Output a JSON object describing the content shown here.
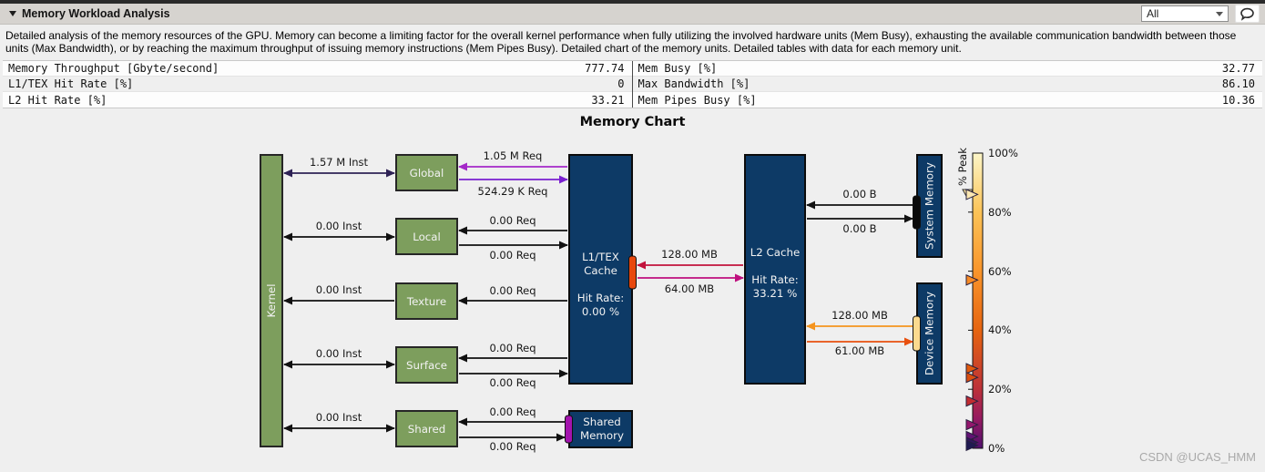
{
  "header": {
    "title": "Memory Workload Analysis",
    "filter_dropdown": {
      "value": "All"
    },
    "comment_icon": "speech-bubble"
  },
  "description": "Detailed analysis of the memory resources of the GPU. Memory can become a limiting factor for the overall kernel performance when fully utilizing the involved hardware units (Mem Busy), exhausting the available communication bandwidth between those units (Max Bandwidth), or by reaching the maximum throughput of issuing memory instructions (Mem Pipes Busy). Detailed chart of the memory units. Detailed tables with data for each memory unit.",
  "metrics_left": [
    {
      "label": "Memory Throughput [Gbyte/second]",
      "value": "777.74"
    },
    {
      "label": "L1/TEX Hit Rate [%]",
      "value": "0"
    },
    {
      "label": "L2 Hit Rate [%]",
      "value": "33.21"
    }
  ],
  "metrics_right": [
    {
      "label": "Mem Busy [%]",
      "value": "32.77"
    },
    {
      "label": "Max Bandwidth [%]",
      "value": "86.10"
    },
    {
      "label": "Mem Pipes Busy [%]",
      "value": "10.36"
    }
  ],
  "chart": {
    "title": "Memory Chart",
    "nodes": {
      "kernel": "Kernel",
      "global": "Global",
      "local": "Local",
      "texture": "Texture",
      "surface": "Surface",
      "shared": "Shared",
      "l1_line1": "L1/TEX",
      "l1_line2": "Cache",
      "l1_hit_label": "Hit Rate:",
      "l1_hit_value": "0.00 %",
      "shared_mem_line1": "Shared",
      "shared_mem_line2": "Memory",
      "l2_name": "L2 Cache",
      "l2_hit_label": "Hit Rate:",
      "l2_hit_value": "33.21 %",
      "system_memory": "System Memory",
      "device_memory": "Device Memory"
    },
    "links": [
      {
        "id": "kernel-global",
        "label": "1.57 M Inst",
        "color": "#2e2255"
      },
      {
        "id": "l1-to-global",
        "label": "1.05 M Req",
        "color": "#a428c8"
      },
      {
        "id": "global-to-l1",
        "label": "524.29 K Req",
        "color": "#7a1fd0"
      },
      {
        "id": "kernel-local",
        "label": "0.00 Inst",
        "color": "#111111"
      },
      {
        "id": "l1-to-local",
        "label": "0.00 Req",
        "color": "#111111"
      },
      {
        "id": "local-to-l1",
        "label": "0.00 Req",
        "color": "#111111"
      },
      {
        "id": "texture-to-kernel",
        "label": "0.00 Inst",
        "color": "#111111"
      },
      {
        "id": "l1-to-texture",
        "label": "0.00 Req",
        "color": "#111111"
      },
      {
        "id": "kernel-surface",
        "label": "0.00 Inst",
        "color": "#111111"
      },
      {
        "id": "l1-to-surface",
        "label": "0.00 Req",
        "color": "#111111"
      },
      {
        "id": "surface-to-l1",
        "label": "0.00 Req",
        "color": "#111111"
      },
      {
        "id": "kernel-shared",
        "label": "0.00 Inst",
        "color": "#111111"
      },
      {
        "id": "sharedmem-to-shared",
        "label": "0.00 Req",
        "color": "#111111"
      },
      {
        "id": "shared-to-sharedmem",
        "label": "0.00 Req",
        "color": "#111111"
      },
      {
        "id": "l2-to-l1",
        "label": "128.00 MB",
        "color": "#c2123c"
      },
      {
        "id": "l1-to-l2",
        "label": "64.00 MB",
        "color": "#bf0f7e"
      },
      {
        "id": "sysmem-to-l2",
        "label": "0.00 B",
        "color": "#111111"
      },
      {
        "id": "l2-to-sysmem",
        "label": "0.00 B",
        "color": "#111111"
      },
      {
        "id": "devmem-to-l2",
        "label": "128.00 MB",
        "color": "#f5941e"
      },
      {
        "id": "l2-to-devmem",
        "label": "61.00 MB",
        "color": "#e8500f"
      }
    ],
    "colorbar": {
      "legend": "% Peak",
      "ticks": [
        "100%",
        "80%",
        "60%",
        "40%",
        "20%",
        "0%"
      ],
      "markers": [
        {
          "pct": 86,
          "color": "#fbe7b2"
        },
        {
          "pct": 57,
          "color": "#f78a25"
        },
        {
          "pct": 27,
          "color": "#e05a0e"
        },
        {
          "pct": 24,
          "color": "#da4f10"
        },
        {
          "pct": 16,
          "color": "#c22d31"
        },
        {
          "pct": 8,
          "color": "#93186d"
        },
        {
          "pct": 4,
          "color": "#621374"
        },
        {
          "pct": 2,
          "color": "#33175e"
        },
        {
          "pct": 1,
          "color": "#201a52"
        }
      ]
    },
    "colors": {
      "node_green": "#7d9e5d",
      "node_navy": "#0d3a66",
      "port_l1_l2": "#e8480e",
      "port_system": "#0a0a0a",
      "port_device": "#fbda8f",
      "port_shared": "#a313ad"
    }
  },
  "watermark": "CSDN @UCAS_HMM"
}
